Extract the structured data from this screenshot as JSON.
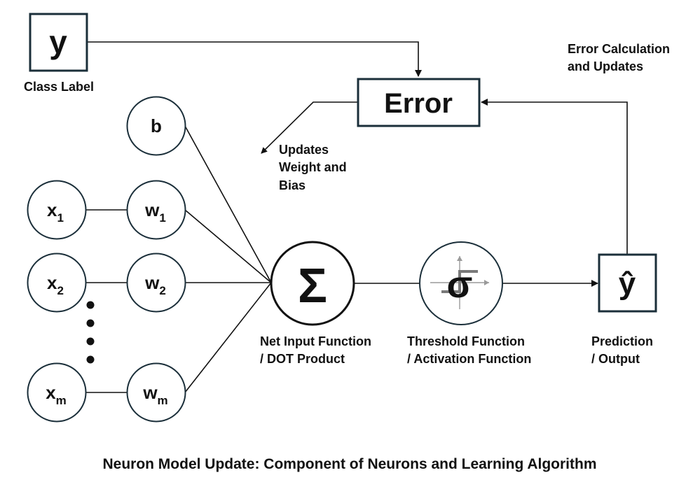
{
  "nodes": {
    "class_label_box": "y",
    "bias": "b",
    "x1": "x",
    "x1_sub": "1",
    "x2": "x",
    "x2_sub": "2",
    "xm": "x",
    "xm_sub": "m",
    "w1": "w",
    "w1_sub": "1",
    "w2": "w",
    "w2_sub": "2",
    "wm": "w",
    "wm_sub": "m",
    "sum": "Σ",
    "activation": "σ",
    "error": "Error",
    "prediction": "ŷ"
  },
  "captions": {
    "class_label": "Class Label",
    "error_calc_line1": "Error Calculation",
    "error_calc_line2": "and Updates",
    "updates_line1": "Updates",
    "updates_line2": "Weight and",
    "updates_line3": "Bias",
    "net_input_line1": "Net Input Function",
    "net_input_line2": "/ DOT Product",
    "threshold_line1": "Threshold Function",
    "threshold_line2": "/ Activation Function",
    "prediction_line1": "Prediction",
    "prediction_line2": "/ Output"
  },
  "title": "Neuron Model Update: Component of Neurons and Learning Algorithm",
  "colors": {
    "stroke": "#1b2f3a",
    "text": "#111111",
    "activation_axis": "#9a9a9a"
  }
}
